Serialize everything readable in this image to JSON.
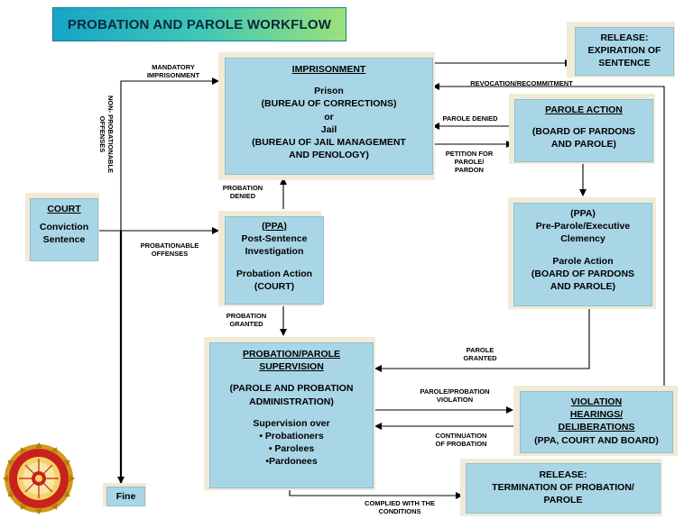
{
  "title": "PROBATION AND PAROLE WORKFLOW",
  "court": {
    "heading": "COURT",
    "line1": "Conviction",
    "line2": "Sentence"
  },
  "imprisonment": {
    "heading": "IMPRISONMENT",
    "l1": "Prison",
    "l2": "(BUREAU OF CORRECTIONS)",
    "l3": "or",
    "l4": "Jail",
    "l5": "(BUREAU OF JAIL MANAGEMENT",
    "l6": "AND PENOLOGY)"
  },
  "release_sentence": {
    "l1": "RELEASE:",
    "l2": "EXPIRATION OF",
    "l3": "SENTENCE"
  },
  "parole_action": {
    "heading": "PAROLE ACTION",
    "l1": "(BOARD OF PARDONS",
    "l2": "AND PAROLE)"
  },
  "ppa_post": {
    "heading": "(PPA)",
    "l1": "Post-Sentence",
    "l2": "Investigation",
    "l3": "Probation Action",
    "l4": "(COURT)"
  },
  "ppa_pre": {
    "l1": "(PPA)",
    "l2": "Pre-Parole/Executive",
    "l3": "Clemency",
    "l4": "Parole Action",
    "l5": "(BOARD OF PARDONS",
    "l6": "AND PAROLE)"
  },
  "supervision": {
    "heading1": "PROBATION/PAROLE",
    "heading2": "SUPERVISION",
    "l1": "(PAROLE AND PROBATION",
    "l2": "ADMINISTRATION)",
    "l3": "Supervision over",
    "l4": "• Probationers",
    "l5": "•  Parolees",
    "l6": "•Pardonees"
  },
  "violation": {
    "h1": "VIOLATION",
    "h2": "HEARINGS/",
    "h3": "DELIBERATIONS",
    "l1": "(PPA, COURT AND BOARD)"
  },
  "release_termination": {
    "l1": "RELEASE:",
    "l2": "TERMINATION OF PROBATION/",
    "l3": "PAROLE"
  },
  "fine": {
    "label": "Fine"
  },
  "labels": {
    "mandatory1": "MANDATORY",
    "mandatory2": "IMPRISONMENT",
    "nonprob1": "NON- PROBATIONABLE",
    "nonprob2": "OFFENSES",
    "probationable1": "PROBATIONABLE",
    "probationable2": "OFFENSES",
    "probdenied1": "PROBATION",
    "probdenied2": "DENIED",
    "probgranted1": "PROBATION",
    "probgranted2": "GRANTED",
    "revocation": "REVOCATION/RECOMMITMENT",
    "paroledenied": "PAROLE DENIED",
    "petition1": "PETITION FOR",
    "petition2": "PAROLE/",
    "petition3": "PARDON",
    "parolegranted1": "PAROLE",
    "parolegranted2": "GRANTED",
    "violation1": "PAROLE/PROBATION",
    "violation2": "VIOLATION",
    "continuation1": "CONTINUATION",
    "continuation2": "OF  PROBATION",
    "complied1": "COMPLIED WITH THE",
    "complied2": "CONDITIONS"
  },
  "colors": {
    "box": "#a9d6e6",
    "shadow": "#f1ead6",
    "seal": "#d19a1a"
  }
}
